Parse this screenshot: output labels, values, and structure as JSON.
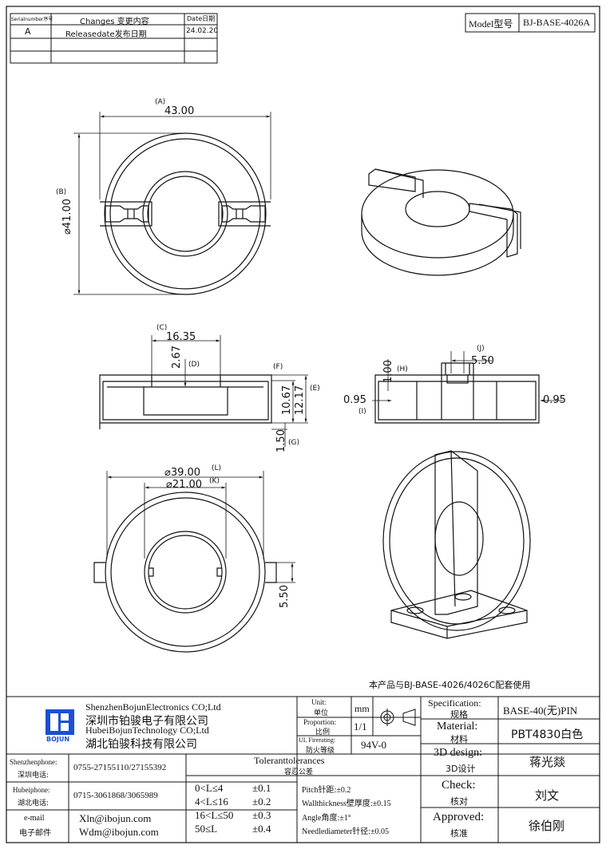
{
  "revision_table": {
    "headers": [
      "Serialnumber序号",
      "Changes 变更内容",
      "Date日期"
    ],
    "rows": [
      {
        "serial": "A",
        "change": "Releasedate发布日期",
        "date": "24.02.20"
      },
      {
        "serial": "",
        "change": "",
        "date": ""
      },
      {
        "serial": "",
        "change": "",
        "date": ""
      }
    ]
  },
  "model": {
    "label": "Model型号",
    "value": "BJ-BASE-4026A"
  },
  "dimensions": {
    "top_view": {
      "A_tag": "(A)",
      "A_value": "43.00",
      "B_tag": "(B)",
      "B_value": "⌀41.00"
    },
    "side_view": {
      "C_tag": "(C)",
      "C_value": "16.35",
      "D_tag": "(D)",
      "D_value": "2.67",
      "F_tag": "(F)",
      "F_value": "10.67",
      "E_tag": "(E)",
      "E_value": "12.17",
      "G_tag": "(G)",
      "G_value": "1.50"
    },
    "end_view": {
      "J_tag": "(J)",
      "J_value": "5.50",
      "H_tag": "(H)",
      "H_value": "1.00",
      "I_tag": "(I)",
      "I_left": "0.95",
      "I_right": "0.95"
    },
    "bottom_view": {
      "L_tag": "(L)",
      "L_value": "⌀39.00",
      "K_tag": "(K)",
      "K_value": "⌀21.00",
      "slot_value": "5.50"
    }
  },
  "note": "本产品与BJ-BASE-4026/4026C配套使用",
  "title_block": {
    "company": {
      "line1": "ShenzhenBojunElectronics CO;Ltd",
      "line2": "深圳市铂骏电子有限公司",
      "line3": "HubeiBojunTechnology CO;Ltd",
      "line4": "湖北铂骏科技有限公司",
      "logo_text": "BOJUN"
    },
    "contacts": [
      {
        "label1": "Shenzhenphone:",
        "label2": "深圳电话:",
        "value": "0755-27155110/27155392"
      },
      {
        "label1": "Hubeiphone:",
        "label2": "湖北电话:",
        "value": "0715-3061868/3065989"
      },
      {
        "label1": "e-mail",
        "label2": "电子邮件",
        "value": "Xln@ibojun.com",
        "value2": "Wdm@ibojun.com"
      }
    ],
    "unit": {
      "label1": "Unit:",
      "label2": "单位",
      "value": "mm"
    },
    "proportion": {
      "label1": "Proportion:",
      "label2": "比例",
      "value": "1/1"
    },
    "ul": {
      "label1": "UL Firerating:",
      "label2": "防火等级",
      "value": "94V-0"
    },
    "tolerances": {
      "title": "Toleranttolerances",
      "subtitle": "容忍公差",
      "rows": [
        {
          "range": "0<L≤4",
          "tol": "±0.1",
          "note": "Pitch针距:±0.2"
        },
        {
          "range": "4<L≤16",
          "tol": "±0.2",
          "note": "Wallthickness壁厚度:±0.15"
        },
        {
          "range": "16<L≤50",
          "tol": "±0.3",
          "note": "Angle角度:±1°"
        },
        {
          "range": "50≤L",
          "tol": "±0.4",
          "note": "Needlediameter针径:±0.05"
        }
      ]
    },
    "spec": {
      "label1": "Specification:",
      "label2": "规格",
      "value": "BASE-40(无)PIN"
    },
    "material": {
      "label1": "Material:",
      "label2": "材料",
      "value": "PBT4830白色"
    },
    "design": {
      "label1": "3D design:",
      "label2": "3D设计",
      "value": "蒋光燚"
    },
    "check": {
      "label1": "Check:",
      "label2": "核对",
      "value": "刘文"
    },
    "approved": {
      "label1": "Approved:",
      "label2": "核准",
      "value": "徐伯刚"
    }
  },
  "colors": {
    "line": "#1a1a1a",
    "logo_blue": "#1a4fd6"
  }
}
